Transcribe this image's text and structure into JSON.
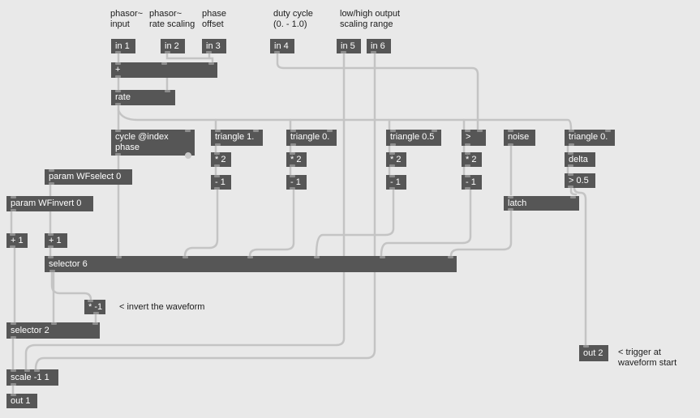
{
  "comments": {
    "phasor_input": "phasor~\ninput",
    "rate_scaling": "phasor~\nrate scaling",
    "phase_offset": "phase\noffset",
    "duty_cycle": "duty cycle\n(0. - 1.0)",
    "output_range": "low/high output\nscaling range",
    "invert_note": "< invert the waveform",
    "trigger_note": "< trigger at\nwaveform start"
  },
  "objects": {
    "in1": "in 1",
    "in2": "in 2",
    "in3": "in 3",
    "in4": "in 4",
    "in5": "in 5",
    "in6": "in 6",
    "plus": "+",
    "rate": "rate",
    "cycle": "cycle @index\nphase",
    "tri1": "triangle 1.",
    "tri2": "triangle 0.",
    "tri3": "triangle 0.5",
    "gt": ">",
    "noise": "noise",
    "tri4": "triangle 0.",
    "mul1": "* 2",
    "mul2": "* 2",
    "mul3": "* 2",
    "mul4": "* 2",
    "sub1": "- 1",
    "sub2": "- 1",
    "sub3": "- 1",
    "sub4": "- 1",
    "delta": "delta",
    "gtsmall": "> 0.5",
    "latch": "latch",
    "param_wfselect": "param WFselect 0",
    "param_wfinvert": "param WFinvert 0",
    "plus1a": "+ 1",
    "plus1b": "+ 1",
    "selector6": "selector 6",
    "mulneg": "* -1",
    "selector2": "selector 2",
    "scale": "scale -1 1",
    "out1": "out 1",
    "out2": "out 2"
  },
  "colors": {
    "background": "#e9e9e9",
    "object_fill": "#565656",
    "object_text": "#ffffff",
    "cord": "#bdbdbd"
  }
}
